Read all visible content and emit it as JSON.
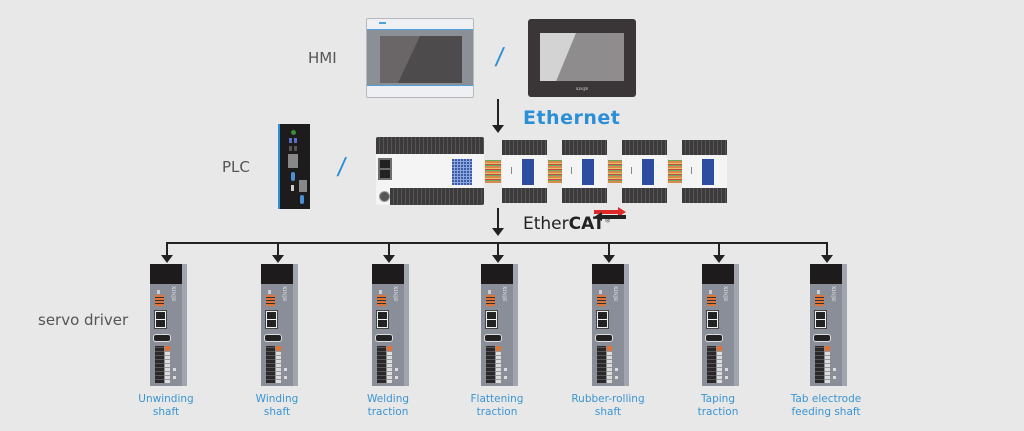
{
  "tiers": {
    "hmi": {
      "label": "HMI",
      "separator": "/"
    },
    "plc": {
      "label": "PLC",
      "separator": "/"
    },
    "servo": {
      "label": "servo driver"
    }
  },
  "buses": {
    "upper": {
      "label": "Ethernet",
      "color": "#2a8fd6"
    },
    "lower": {
      "label_prefix": "Ether",
      "label_bold": "CAT",
      "mark": "®",
      "accent_color": "#e02a2a"
    }
  },
  "devices": {
    "hmi_touch_panel": {
      "logo": "XINJE"
    },
    "hmi_dark_panel": {
      "brand": "XINJE"
    },
    "plc_modules_count": 4
  },
  "servo_drives": [
    {
      "brand": "XINJE",
      "label_line1": "Unwinding",
      "label_line2": "shaft"
    },
    {
      "brand": "XINJE",
      "label_line1": "Winding",
      "label_line2": "shaft"
    },
    {
      "brand": "XINJE",
      "label_line1": "Welding",
      "label_line2": "traction"
    },
    {
      "brand": "XINJE",
      "label_line1": "Flattening",
      "label_line2": "traction"
    },
    {
      "brand": "XINJE",
      "label_line1": "Rubber-rolling",
      "label_line2": "shaft"
    },
    {
      "brand": "XINJE",
      "label_line1": "Taping",
      "label_line2": "traction"
    },
    {
      "brand": "XINJE",
      "label_line1": "Tab electrode",
      "label_line2": "feeding shaft"
    }
  ],
  "colors": {
    "background": "#e8e8e8",
    "label_blue": "#3b95d3",
    "accent_blue": "#2a8fd6"
  }
}
